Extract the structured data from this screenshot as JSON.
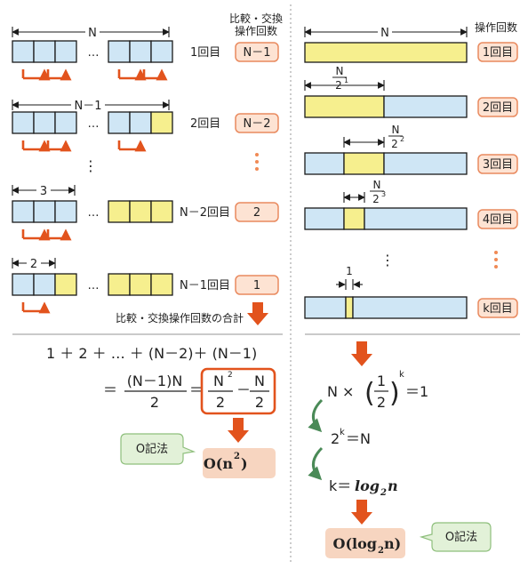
{
  "left": {
    "header_line1": "比較・交換",
    "header_line2": "操作回数",
    "top_dim": "N",
    "rows": [
      {
        "dim": "N",
        "round": "1回目",
        "count": "N－1"
      },
      {
        "dim": "N－1",
        "round": "2回目",
        "count": "N－2"
      },
      {
        "dim": "3",
        "round": "N－2回目",
        "count": "2"
      },
      {
        "dim": "2",
        "round": "N－1回目",
        "count": "1"
      }
    ],
    "ellipsis": "…",
    "dots": "⋮",
    "total_caption": "比較・交換操作回数の合計",
    "sum_line": "1 ＋ 2 ＋ … ＋ (N－2)＋ (N－1)",
    "eq1": "＝",
    "frac1_num": "(N－1)N",
    "frac1_den": "2",
    "eq2": "＝",
    "frac2_num": "N",
    "frac2_num_sup": "2",
    "frac2_den": "2",
    "minus": "－",
    "frac3_num": "N",
    "frac3_den": "2",
    "note": "O記法",
    "result_main": "O(n",
    "result_sup": "2",
    "result_end": ")"
  },
  "right": {
    "header": "操作回数",
    "rows": [
      {
        "dim": "N",
        "round": "1回目"
      },
      {
        "dim_num": "N",
        "dim_den": "2",
        "dim_sup": "1",
        "round": "2回目"
      },
      {
        "dim_num": "N",
        "dim_den": "2",
        "dim_sup": "2",
        "round": "3回目"
      },
      {
        "dim_num": "N",
        "dim_den": "2",
        "dim_sup": "3",
        "round": "4回目"
      },
      {
        "dim": "1",
        "round": "k回目"
      }
    ],
    "dots": "⋮",
    "eq_a_left": "N ×",
    "eq_a_frac_num": "1",
    "eq_a_frac_den": "2",
    "eq_a_sup": "k",
    "eq_a_right": "＝1",
    "eq_b_base": "2",
    "eq_b_sup": "k",
    "eq_b_right": "＝N",
    "eq_c_left": "k＝",
    "eq_c_log": "log",
    "eq_c_sub": "2",
    "eq_c_n": "n",
    "result_main": "O(log",
    "result_sub": "2",
    "result_end": "n)",
    "note": "O記法"
  },
  "colors": {
    "cell": "#cfe6f5",
    "highlight": "#f6ef8e",
    "accent": "#e2531d",
    "badge": "#fde3d3",
    "note": "#e2f1d8"
  }
}
